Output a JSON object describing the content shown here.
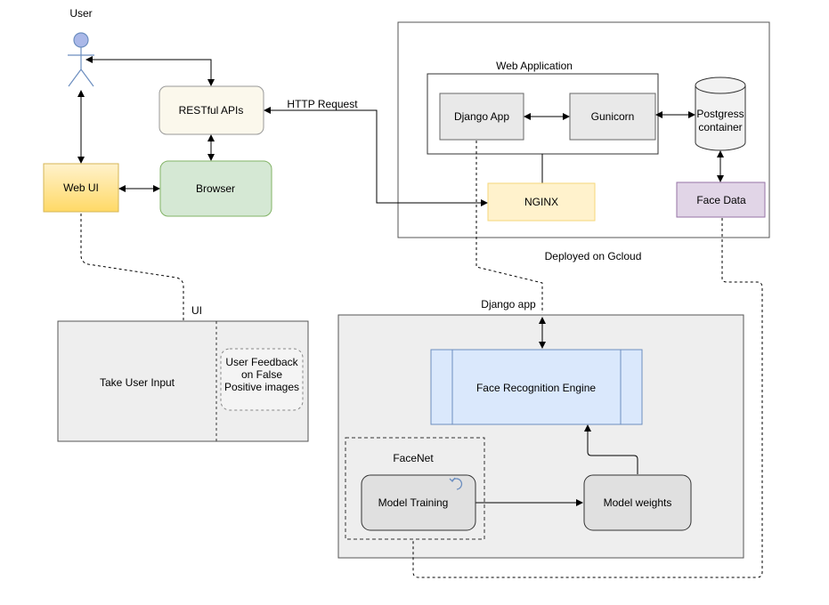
{
  "diagram": {
    "actor": {
      "label": "User"
    },
    "nodes": {
      "restful_apis": "RESTful APIs",
      "browser": "Browser",
      "web_ui": "Web UI",
      "django_app": "Django App",
      "gunicorn": "Gunicorn",
      "postgres_line1": "Postgress",
      "postgres_line2": "container",
      "nginx": "NGINX",
      "face_data": "Face Data",
      "take_user_input": "Take User Input",
      "feedback_line1": "User Feedback",
      "feedback_line2": "on False",
      "feedback_line3": "Positive images",
      "face_recognition_engine": "Face Recognition Engine",
      "model_training": "Model Training",
      "model_weights": "Model weights"
    },
    "groups": {
      "web_application": "Web Application",
      "deployed": "Deployed on Gcloud",
      "django_app_group": "Django app",
      "ui_group": "UI",
      "facenet": "FaceNet"
    },
    "edges": {
      "http_request": "HTTP Request"
    },
    "colors": {
      "restful_fill": "#fbf8ec",
      "browser_fill": "#d5e8d4",
      "browser_stroke": "#82b366",
      "webui_fill": "#ffd966",
      "nginx_fill": "#fff2cc",
      "nginx_stroke": "#f5d77a",
      "facedata_fill": "#e1d5e7",
      "facedata_stroke": "#9673a6",
      "engine_fill": "#dae8fc",
      "engine_stroke": "#6c8ebf",
      "grey_fill": "#eeeeee",
      "actor_fill": "#aab8e8",
      "actor_stroke": "#6c8ebf"
    }
  }
}
